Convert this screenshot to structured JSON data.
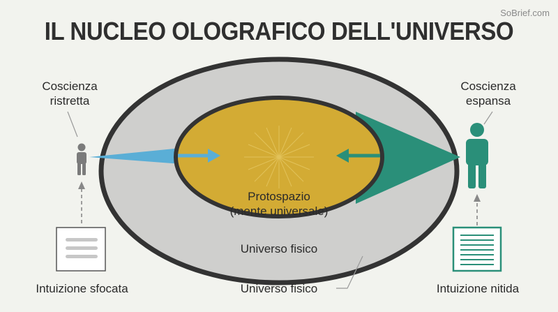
{
  "title": "IL NUCLEO OLOGRAFICO DELL'UNIVERSO",
  "watermark": "SoBrief.com",
  "left": {
    "label_line1": "Coscienza",
    "label_line2": "ristretta",
    "caption": "Intuizione sfocata"
  },
  "right": {
    "label_line1": "Coscienza",
    "label_line2": "espansa",
    "caption": "Intuizione nitida"
  },
  "center": {
    "line1": "Protospazio",
    "line2": "(mente universale)"
  },
  "outer": {
    "inner_label": "Universo fisico",
    "caption": "Universo fisico"
  },
  "colors": {
    "background": "#f2f3ee",
    "outer_ring": "#cfcfcd",
    "core": "#d3ab34",
    "left_beam": "#5aaed6",
    "right_beam": "#2a8f79",
    "figure_left": "#7b7b7b",
    "figure_right": "#2a8f79",
    "outline": "#333333"
  },
  "icons": [
    "person-small-icon",
    "person-large-icon",
    "blurred-document-icon",
    "clear-document-icon",
    "radiating-star-icon"
  ]
}
